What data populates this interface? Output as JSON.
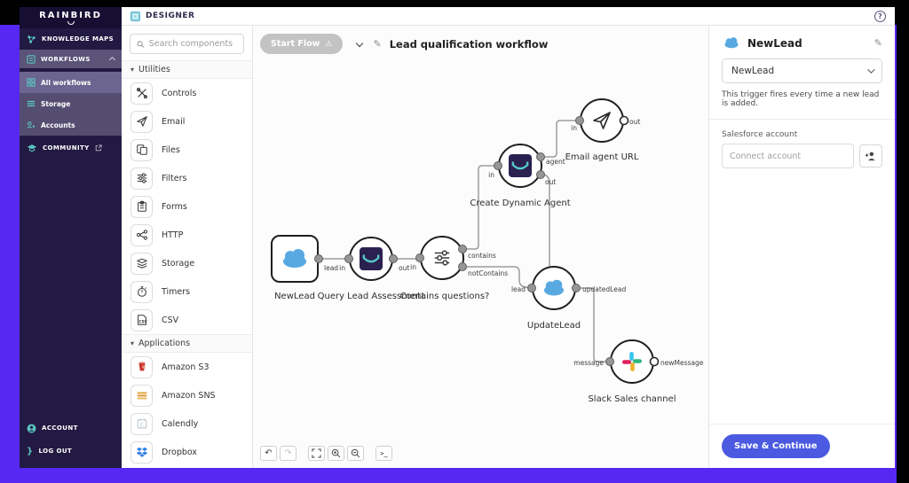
{
  "colors": {
    "frame_purple": "#5728f2",
    "sidebar_bg": "#231a43",
    "teal_accent": "#58c5c0",
    "salesforce_blue": "#58a9e2",
    "rainbird_chip": "#2b2150",
    "save_button": "#4b5ae1",
    "slack": [
      "#36C5F0",
      "#2EB67D",
      "#ECB22E",
      "#E01E5A"
    ]
  },
  "icons": {
    "pencil": "✎",
    "warning": "⚠",
    "caret": "▾",
    "undo": "↶",
    "redo": "↷",
    "terminal": ">_",
    "help": "?",
    "logout_brace": "}"
  },
  "sidebar": {
    "logo": "RAINBIRD",
    "items": [
      {
        "label": "KNOWLEDGE MAPS"
      },
      {
        "label": "WORKFLOWS"
      },
      {
        "label": "All workflows"
      },
      {
        "label": "Storage"
      },
      {
        "label": "Accounts"
      },
      {
        "label": "COMMUNITY"
      }
    ],
    "footer": [
      {
        "label": "ACCOUNT"
      },
      {
        "label": "LOG OUT"
      }
    ]
  },
  "topbar": {
    "title": "DESIGNER"
  },
  "components": {
    "search_placeholder": "Search components",
    "sections": [
      {
        "title": "Utilities",
        "items": [
          "Controls",
          "Email",
          "Files",
          "Filters",
          "Forms",
          "HTTP",
          "Storage",
          "Timers",
          "CSV"
        ]
      },
      {
        "title": "Applications",
        "items": [
          "Amazon S3",
          "Amazon SNS",
          "Calendly",
          "Dropbox"
        ]
      }
    ]
  },
  "canvas": {
    "start_flow_label": "Start Flow",
    "workflow_title": "Lead qualification workflow",
    "nodes": [
      {
        "label": "NewLead",
        "icon": "salesforce-cloud",
        "ports": [
          "lead"
        ]
      },
      {
        "label": "Query Lead Assessment",
        "icon": "rainbird-agent",
        "ports": [
          "in",
          "out"
        ]
      },
      {
        "label": "Contains questions?",
        "icon": "filters",
        "ports": [
          "in",
          "contains",
          "notContains"
        ]
      },
      {
        "label": "Create Dynamic Agent",
        "icon": "rainbird-agent",
        "ports": [
          "in",
          "agent",
          "out"
        ]
      },
      {
        "label": "Email agent URL",
        "icon": "paper-plane",
        "ports": [
          "in",
          "out"
        ]
      },
      {
        "label": "UpdateLead",
        "icon": "salesforce-cloud",
        "ports": [
          "lead",
          "updatedLead"
        ]
      },
      {
        "label": "Slack Sales channel",
        "icon": "slack",
        "ports": [
          "message",
          "newMessage"
        ]
      }
    ],
    "edges": [
      {
        "from": "NewLead.lead",
        "to": "Query Lead Assessment.in"
      },
      {
        "from": "Query Lead Assessment.out",
        "to": "Contains questions?.in"
      },
      {
        "from": "Contains questions?.contains",
        "to": "Create Dynamic Agent.in"
      },
      {
        "from": "Contains questions?.notContains",
        "to": "UpdateLead.lead"
      },
      {
        "from": "Create Dynamic Agent.agent",
        "to": "Email agent URL.in"
      },
      {
        "from": "Create Dynamic Agent.out",
        "to": "UpdateLead.lead"
      },
      {
        "from": "UpdateLead.updatedLead",
        "to": "Slack Sales channel.message"
      }
    ]
  },
  "inspector": {
    "title": "NewLead",
    "trigger_value": "NewLead",
    "description": "This trigger fires every time a new lead is added.",
    "account_label": "Salesforce account",
    "account_placeholder": "Connect account",
    "save_label": "Save & Continue"
  }
}
